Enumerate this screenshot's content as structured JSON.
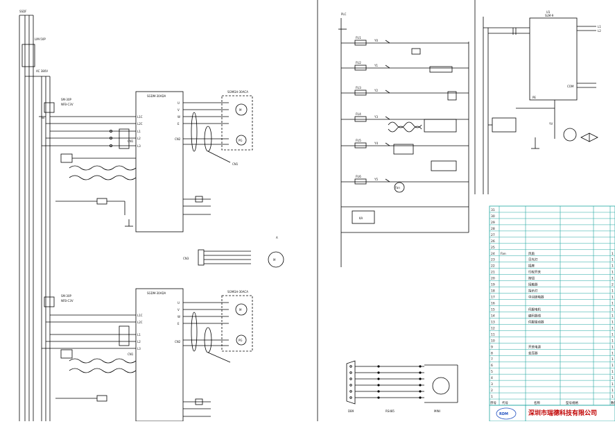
{
  "colors": {
    "line": "#000000",
    "table_grid": "#1fa6a0",
    "title_red": "#c00000",
    "logo_blue": "#1f4fc0"
  },
  "drive_panel": {
    "top_labels": [
      "SSDF",
      "LIM-50P"
    ],
    "ac_label": "AC 380V",
    "unit1": {
      "breaker_label": "SM-30P",
      "contactor_label": "NFB-C3V",
      "drive_title": "SGDM-30ADA",
      "terminals_left": [
        "L1C",
        "L2C",
        "L1",
        "L2",
        "L3"
      ],
      "terminals_right": [
        "U",
        "V",
        "W",
        "E"
      ],
      "motor_title": "SGMGH-30ACA",
      "motor_letters": [
        "M",
        "PG"
      ],
      "encoder_label": "CN2",
      "enc_cable_label": "CN1",
      "io_label": "CN1"
    },
    "unit2": {
      "breaker_label": "SM-30P",
      "contactor_label": "NFB-C3V",
      "drive_title": "SGDM-30ADA",
      "terminals_left": [
        "L1C",
        "L2C",
        "L1",
        "L2",
        "L3"
      ],
      "terminals_right": [
        "U",
        "V",
        "W",
        "E"
      ],
      "motor_title": "SGMGH-30ACA",
      "motor_letters": [
        "M",
        "PG"
      ],
      "encoder_label": "CN2",
      "io_label": "CN1"
    },
    "mid_motor": {
      "label": "CN3",
      "letter": "M",
      "mark": "A"
    }
  },
  "plc_panel": {
    "top_label": "PLC",
    "rows": [
      {
        "fu": "FU1",
        "tag": "Y0"
      },
      {
        "fu": "FU2",
        "tag": "Y1"
      },
      {
        "fu": "FU3",
        "tag": "Y2"
      },
      {
        "fu": "FU4",
        "tag": "Y3"
      },
      {
        "fu": "FU5",
        "tag": "Y4"
      },
      {
        "fu": "FU6",
        "tag": "Y5"
      }
    ],
    "fan_label": "Fan",
    "relay_label": "KA",
    "connector_captions": [
      "DB9",
      "RS485",
      "MINI"
    ]
  },
  "right_panel": {
    "box_title": "U1",
    "box_subtitle": "SLM-9",
    "pins_right": [
      "L1",
      "L2"
    ],
    "side_labels": [
      "PE",
      "COM"
    ],
    "valve_label": "YV"
  },
  "bom": {
    "header": [
      "序号",
      "代号",
      "名称",
      "型号规格",
      "数量"
    ],
    "rows": [
      {
        "no": "31",
        "code": "",
        "name": "",
        "spec": "",
        "qty": ""
      },
      {
        "no": "30",
        "code": "",
        "name": "",
        "spec": "",
        "qty": ""
      },
      {
        "no": "29",
        "code": "",
        "name": "",
        "spec": "",
        "qty": ""
      },
      {
        "no": "28",
        "code": "",
        "name": "",
        "spec": "",
        "qty": ""
      },
      {
        "no": "27",
        "code": "",
        "name": "",
        "spec": "",
        "qty": ""
      },
      {
        "no": "26",
        "code": "",
        "name": "",
        "spec": "",
        "qty": ""
      },
      {
        "no": "25",
        "code": "",
        "name": "",
        "spec": "",
        "qty": ""
      },
      {
        "no": "24",
        "code": "Fan",
        "name": "风扇",
        "spec": "",
        "qty": "1"
      },
      {
        "no": "23",
        "code": "",
        "name": "日光灯",
        "spec": "",
        "qty": "1"
      },
      {
        "no": "22",
        "code": "",
        "name": "插座",
        "spec": "",
        "qty": "1"
      },
      {
        "no": "21",
        "code": "",
        "name": "行程开关",
        "spec": "",
        "qty": "1"
      },
      {
        "no": "20",
        "code": "",
        "name": "按钮",
        "spec": "",
        "qty": "1"
      },
      {
        "no": "19",
        "code": "",
        "name": "接触器",
        "spec": "",
        "qty": "2"
      },
      {
        "no": "18",
        "code": "",
        "name": "指示灯",
        "spec": "",
        "qty": "1"
      },
      {
        "no": "17",
        "code": "",
        "name": "中间继电器",
        "spec": "",
        "qty": "1"
      },
      {
        "no": "16",
        "code": "",
        "name": "",
        "spec": "",
        "qty": "1"
      },
      {
        "no": "15",
        "code": "",
        "name": "伺服电机",
        "spec": "",
        "qty": "1"
      },
      {
        "no": "14",
        "code": "",
        "name": "编码器线",
        "spec": "",
        "qty": "1"
      },
      {
        "no": "13",
        "code": "",
        "name": "伺服驱动器",
        "spec": "",
        "qty": "1"
      },
      {
        "no": "12",
        "code": "",
        "name": "",
        "spec": "",
        "qty": "1"
      },
      {
        "no": "11",
        "code": "",
        "name": "",
        "spec": "",
        "qty": "1"
      },
      {
        "no": "10",
        "code": "",
        "name": "",
        "spec": "",
        "qty": "1"
      },
      {
        "no": "9",
        "code": "",
        "name": "开关电源",
        "spec": "",
        "qty": "1"
      },
      {
        "no": "8",
        "code": "",
        "name": "变压器",
        "spec": "",
        "qty": "1"
      },
      {
        "no": "7",
        "code": "",
        "name": "",
        "spec": "",
        "qty": "1"
      },
      {
        "no": "6",
        "code": "",
        "name": "",
        "spec": "",
        "qty": "1"
      },
      {
        "no": "5",
        "code": "",
        "name": "",
        "spec": "",
        "qty": "1"
      },
      {
        "no": "4",
        "code": "",
        "name": "",
        "spec": "",
        "qty": "1"
      },
      {
        "no": "3",
        "code": "",
        "name": "",
        "spec": "",
        "qty": "1"
      },
      {
        "no": "2",
        "code": "",
        "name": "",
        "spec": "",
        "qty": "1"
      },
      {
        "no": "1",
        "code": "",
        "name": "",
        "spec": "",
        "qty": "1"
      }
    ],
    "company": "深圳市瑞德科技有限公司",
    "logo_text": "RDM"
  }
}
